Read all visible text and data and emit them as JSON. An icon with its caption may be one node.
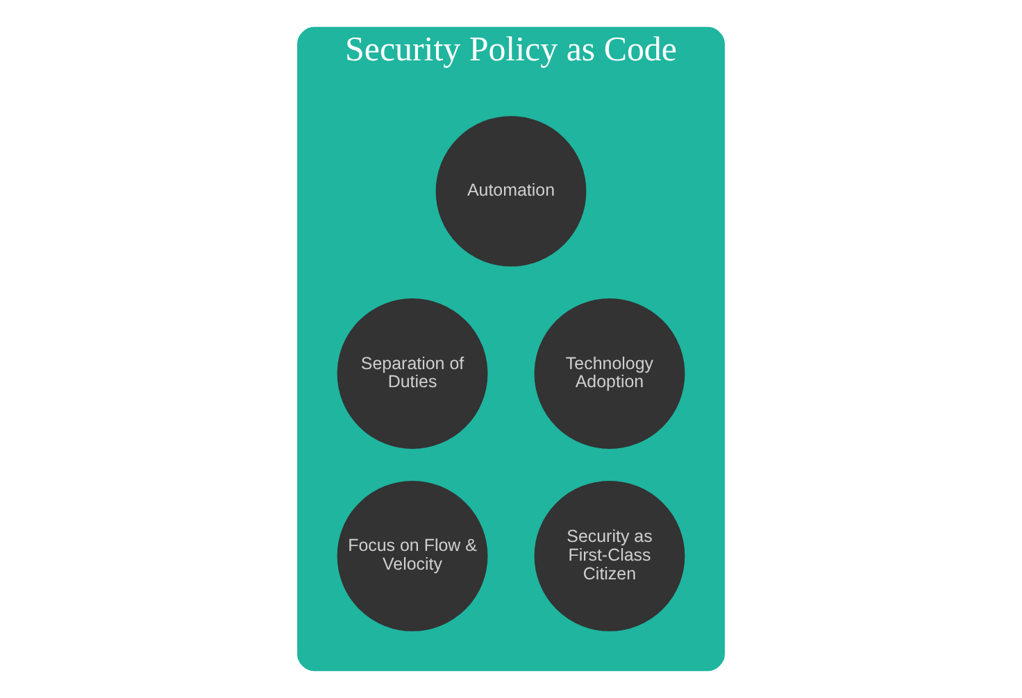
{
  "diagram": {
    "nodes": [
      {
        "text": [
          "Security Policy as Code"
        ]
      },
      {
        "text": [
          "Automation"
        ],
        "in": 0
      },
      {
        "text": [
          "Separation of Duties"
        ],
        "in": 0
      },
      {
        "text": [
          "Technology Adoption"
        ],
        "in": 0
      },
      {
        "text": [
          "Focus on Flow & Velocity"
        ],
        "in": 0
      },
      {
        "text": [
          "Security as First-Class Citizen"
        ],
        "in": 0
      }
    ],
    "edges": []
  }
}
